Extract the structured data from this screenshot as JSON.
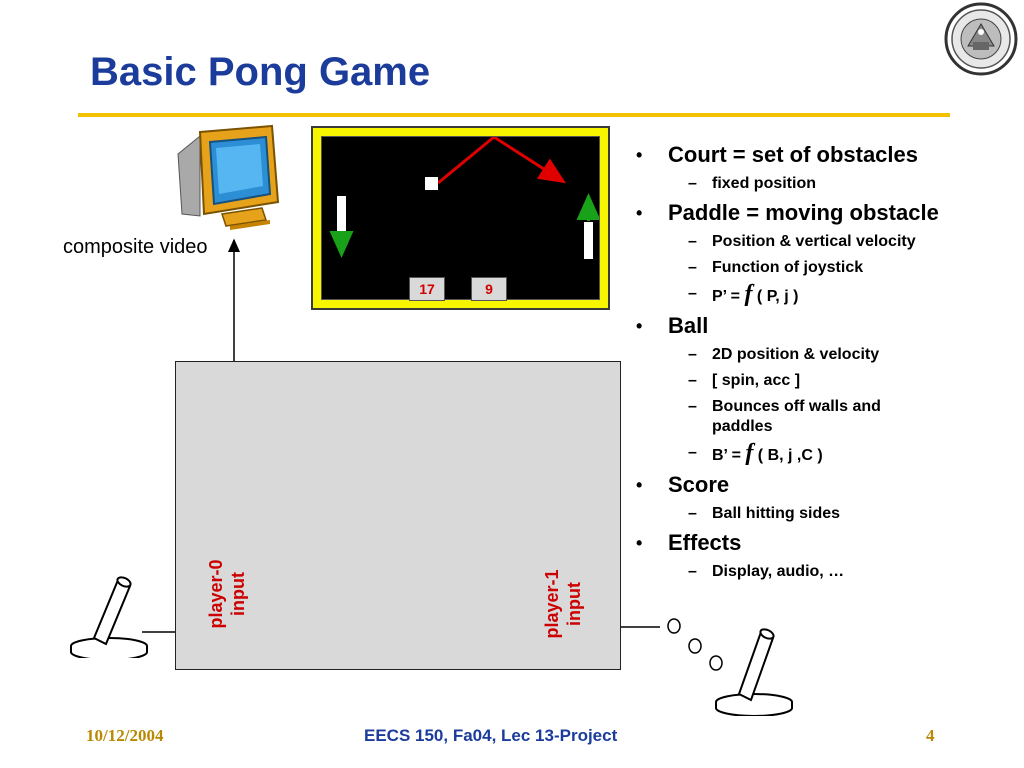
{
  "slide": {
    "title": "Basic Pong Game",
    "monitor_label": "composite video",
    "score_left": "17",
    "score_right": "9",
    "player0_label": "player-0\ninput",
    "player1_label": "player-1\ninput",
    "colors": {
      "title": "#1c3c9c",
      "rule": "#f2c200",
      "court_border": "#f8f500",
      "label_red": "#cc0000",
      "footer_gold": "#b88800"
    }
  },
  "bullets": [
    {
      "text": "Court = set of obstacles",
      "subs": [
        {
          "text": "fixed position"
        }
      ]
    },
    {
      "text": "Paddle = moving obstacle",
      "subs": [
        {
          "text": "Position & vertical velocity"
        },
        {
          "text": "Function of joystick"
        },
        {
          "pre": "P’ = ",
          "f": "f",
          "post": " ( P, j )"
        }
      ]
    },
    {
      "text": "Ball",
      "subs": [
        {
          "text": "2D position & velocity"
        },
        {
          "text": "[ spin, acc ]"
        },
        {
          "text": "Bounces off walls and paddles"
        },
        {
          "pre": "B’ = ",
          "f": "f",
          "post": " ( B, j ,C )"
        }
      ]
    },
    {
      "text": "Score",
      "subs": [
        {
          "text": "Ball hitting sides"
        }
      ]
    },
    {
      "text": "Effects",
      "subs": [
        {
          "text": "Display, audio, …"
        }
      ]
    }
  ],
  "footer": {
    "date": "10/12/2004",
    "center": "EECS 150, Fa04, Lec 13-Project",
    "page": "4"
  }
}
